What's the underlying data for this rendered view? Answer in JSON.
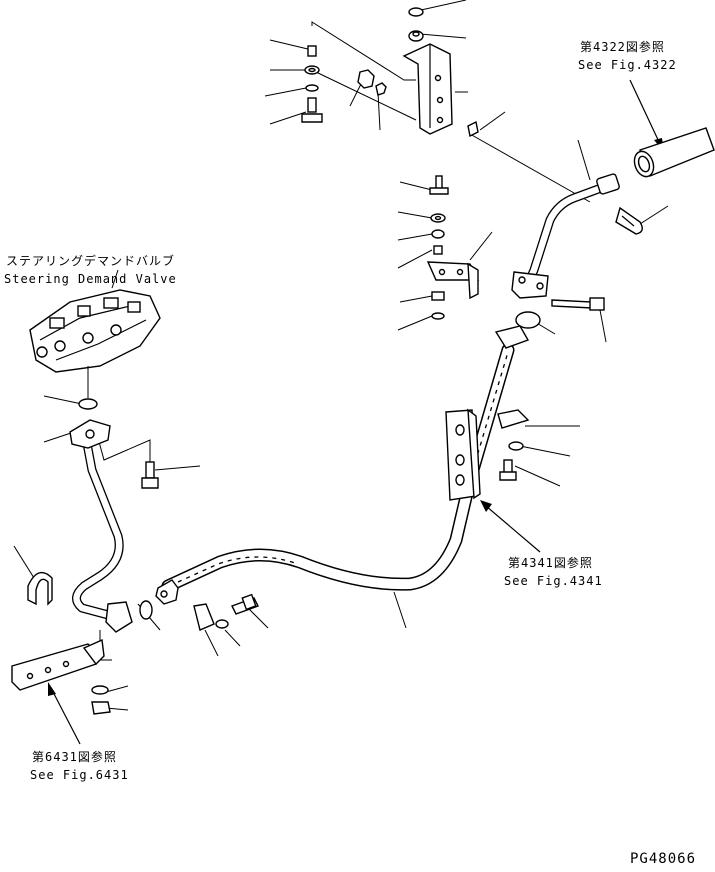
{
  "drawing_id": "PG48066",
  "labels": {
    "valve_jp": "ステアリングデマンドバルブ",
    "valve_en": "Steering Demand Valve",
    "ref4322_jp": "第4322図参照",
    "ref4322_en": "See Fig.4322",
    "ref4341_jp": "第4341図参照",
    "ref4341_en": "See Fig.4341",
    "ref6431_jp": "第6431図参照",
    "ref6431_en": "See Fig.6431"
  }
}
